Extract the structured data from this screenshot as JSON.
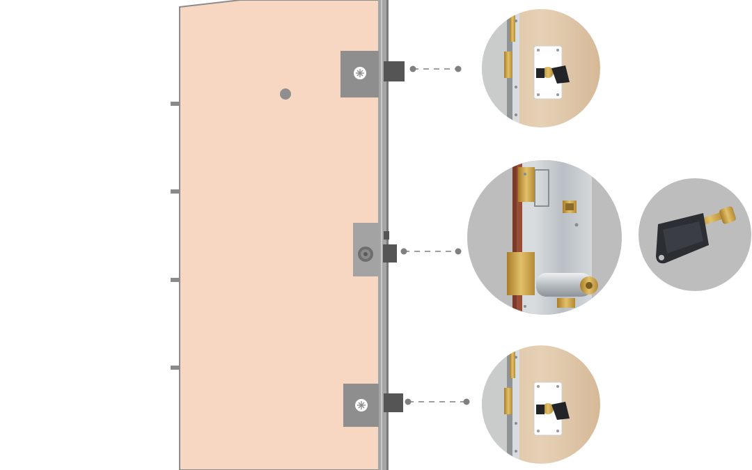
{
  "colors": {
    "background": "#ffffff",
    "door_panel": "#f8d7c2",
    "door_outline": "#8c8c8c",
    "door_frame": "#a5a5a5",
    "frame_shadow": "#7a7a7a",
    "lock_plate": "#8e8e8e",
    "lock_bolt": "#555555",
    "leader_line": "#7f7f7f",
    "detail_circle_bg": "#bdbdbd",
    "wood": "#dcc4a8",
    "brass": "#c9a24a",
    "steel": "#c8ccd0",
    "key_black": "#2b2e33"
  },
  "diagram": {
    "subject": "door-multipoint-lock",
    "locking_points": [
      {
        "id": "top",
        "detail_view": "cylinder-lock-with-thumbturn"
      },
      {
        "id": "middle",
        "detail_view": "mortise-lock-body"
      },
      {
        "id": "bottom",
        "detail_view": "cylinder-lock-with-thumbturn"
      }
    ],
    "hinges": 4,
    "extra_detail": "key"
  }
}
